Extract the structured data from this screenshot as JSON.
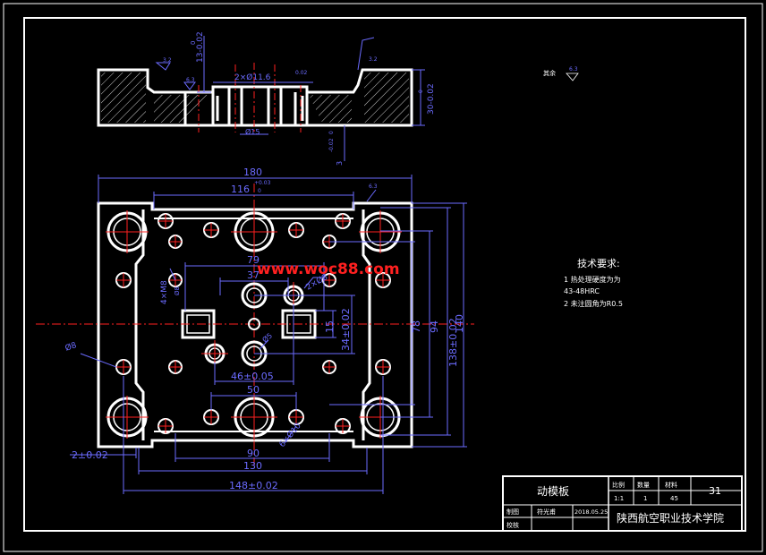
{
  "colors": {
    "background": "#000000",
    "outline": "#ffffff",
    "dimension": "#6b6bff",
    "center": "#ff2020"
  },
  "watermark": "www.woc88.com",
  "top_view": {
    "dims": [
      "13-0.02",
      "0",
      "2×Ø11.6",
      "0.02",
      "Ø15",
      "3",
      "-0.02",
      "0",
      "30-0.02",
      "0",
      "3.2",
      "6.3",
      "3.2"
    ]
  },
  "front_view": {
    "dims": [
      "180",
      "116",
      "+0.03",
      "0",
      "79",
      "37",
      "50",
      "90",
      "130",
      "148±0.02",
      "2±0.02",
      "46±0.05",
      "15",
      "34±0.02",
      "78",
      "94",
      "138±0.02",
      "140",
      "Ø8",
      "2×Ø8",
      "Ø5",
      "4×M8",
      "6×Ø10",
      "Ø8",
      "6.3"
    ]
  },
  "other_surfaces": {
    "label": "其余",
    "symbol": "6.3"
  },
  "requirements": {
    "title": "技术要求:",
    "items": [
      "1 热处理硬度为为",
      "43-48HRC",
      "2 未注圆角为R0.5"
    ]
  },
  "title_block": {
    "part_name": "动模板",
    "h_scale": "比例",
    "h_qty": "数量",
    "h_material": "材料",
    "scale": "1:1",
    "qty": "1",
    "material": "45",
    "drawing_no": "31",
    "drawn_label": "制图",
    "drawn_by": "符光甫",
    "date": "2018.05.25",
    "checked_label": "校核",
    "school": "陕西航空职业技术学院"
  }
}
